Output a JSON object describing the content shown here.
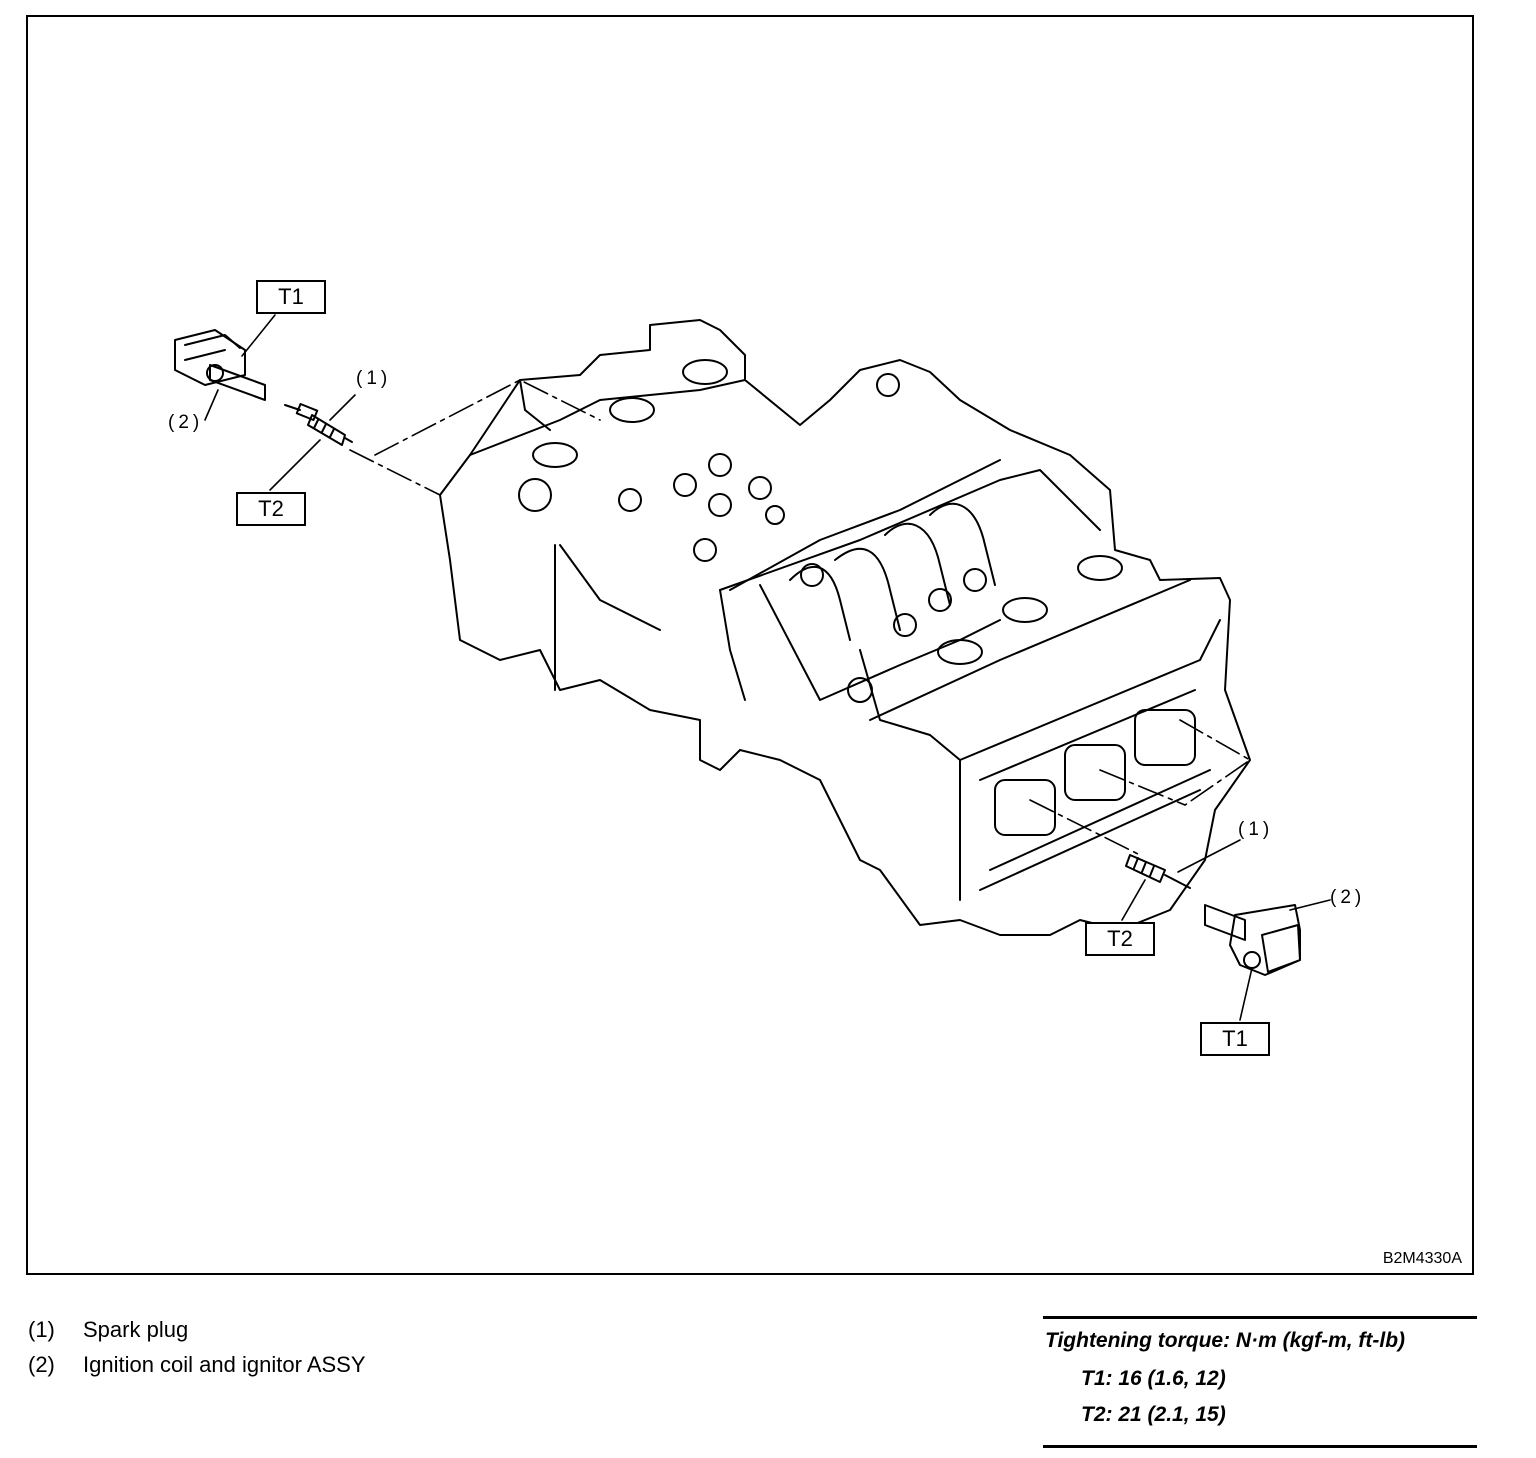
{
  "diagram": {
    "figure_code": "B2M4330A",
    "tags": {
      "t1_left": "T1",
      "t2_left": "T2",
      "t2_right": "T2",
      "t1_right": "T1"
    },
    "callouts": {
      "left_1": "(1)",
      "left_2": "(2)",
      "right_1": "(1)",
      "right_2": "(2)"
    }
  },
  "legend": {
    "items": [
      {
        "num": "(1)",
        "label": "Spark plug"
      },
      {
        "num": "(2)",
        "label": "Ignition coil and ignitor ASSY"
      }
    ]
  },
  "torque": {
    "title": "Tightening torque: N·m (kgf-m, ft-lb)",
    "values": [
      "T1: 16 (1.6, 12)",
      "T2: 21 (2.1, 15)"
    ]
  }
}
